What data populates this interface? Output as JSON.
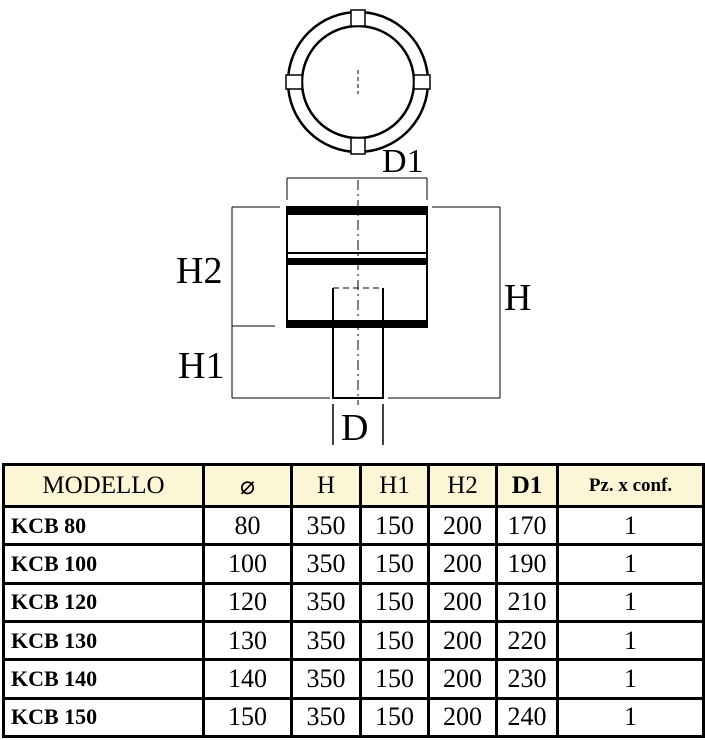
{
  "drawing": {
    "labels": {
      "d1": "D1",
      "h2": "H2",
      "h": "H",
      "h1": "H1",
      "d": "D"
    }
  },
  "table": {
    "headers": [
      "MODELLO",
      "⌀",
      "H",
      "H1",
      "H2",
      "D1",
      "Pz. x conf."
    ],
    "header_background": "#fbf7d6",
    "rows": [
      [
        "KCB 80",
        "80",
        "350",
        "150",
        "200",
        "170",
        "1"
      ],
      [
        "KCB 100",
        "100",
        "350",
        "150",
        "200",
        "190",
        "1"
      ],
      [
        "KCB 120",
        "120",
        "350",
        "150",
        "200",
        "210",
        "1"
      ],
      [
        "KCB 130",
        "130",
        "350",
        "150",
        "200",
        "220",
        "1"
      ],
      [
        "KCB 140",
        "140",
        "350",
        "150",
        "200",
        "230",
        "1"
      ],
      [
        "KCB 150",
        "150",
        "350",
        "150",
        "200",
        "240",
        "1"
      ]
    ]
  }
}
